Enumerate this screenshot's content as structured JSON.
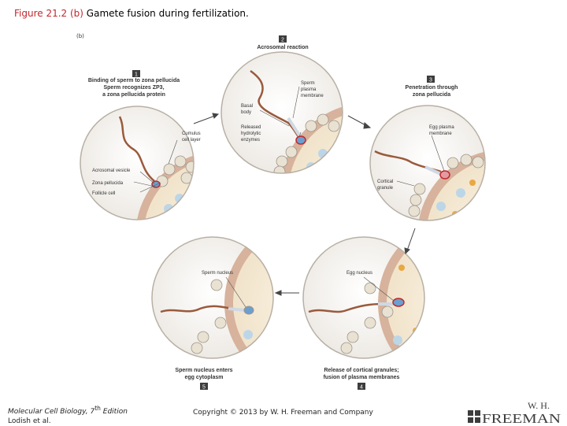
{
  "title": {
    "figure": "Figure 21.2 (b)",
    "caption": "Gamete fusion during fertilization."
  },
  "panel_label": "(b)",
  "steps": [
    {
      "number": "1",
      "lines": [
        "Binding of sperm to zona pellucida",
        "Sperm recognizes ZP3,",
        "a zona pellucida protein"
      ]
    },
    {
      "number": "2",
      "lines": [
        "Acrosomal reaction"
      ]
    },
    {
      "number": "3",
      "lines": [
        "Penetration through",
        "zona pellucida"
      ]
    },
    {
      "number": "4",
      "lines": [
        "Release of cortical granules;",
        "fusion of plasma membranes"
      ]
    },
    {
      "number": "5",
      "lines": [
        "Sperm nucleus enters",
        "egg cytoplasm"
      ]
    }
  ],
  "labels": {
    "cumulus": [
      "Cumulus",
      "cell layer"
    ],
    "acrosomal_vesicle": "Acrosomal vesicle",
    "zona_pellucida": "Zona pellucida",
    "follicle_cell": "Follicle cell",
    "sperm_membrane": [
      "Sperm",
      "plasma",
      "membrane"
    ],
    "basal_body": [
      "Basal",
      "body"
    ],
    "hydrolytic": [
      "Released",
      "hydrolytic",
      "enzymes"
    ],
    "egg_membrane": [
      "Egg plasma",
      "membrane"
    ],
    "cortical_granule": [
      "Cortical",
      "granule"
    ],
    "sperm_nucleus": "Sperm nucleus",
    "egg_nucleus": "Egg nucleus"
  },
  "footer": {
    "book": "Molecular Cell Biology, 7",
    "edition_sup": "th",
    "edition": " Edition",
    "authors": "Lodish et al.",
    "copyright": "Copyright © 2013 by W. H. Freeman and Company",
    "logo_top": "W. H.",
    "logo_bottom": "FREEMAN"
  },
  "colors": {
    "accent_red": "#c0282d",
    "step_box": "#3d3d3d",
    "egg_cytoplasm": "#f6ecd9",
    "zona": "#cfa38c",
    "sperm": "#9a5a3c",
    "follicle": "#e9e2d3",
    "circle_border": "#b8b0a5"
  }
}
